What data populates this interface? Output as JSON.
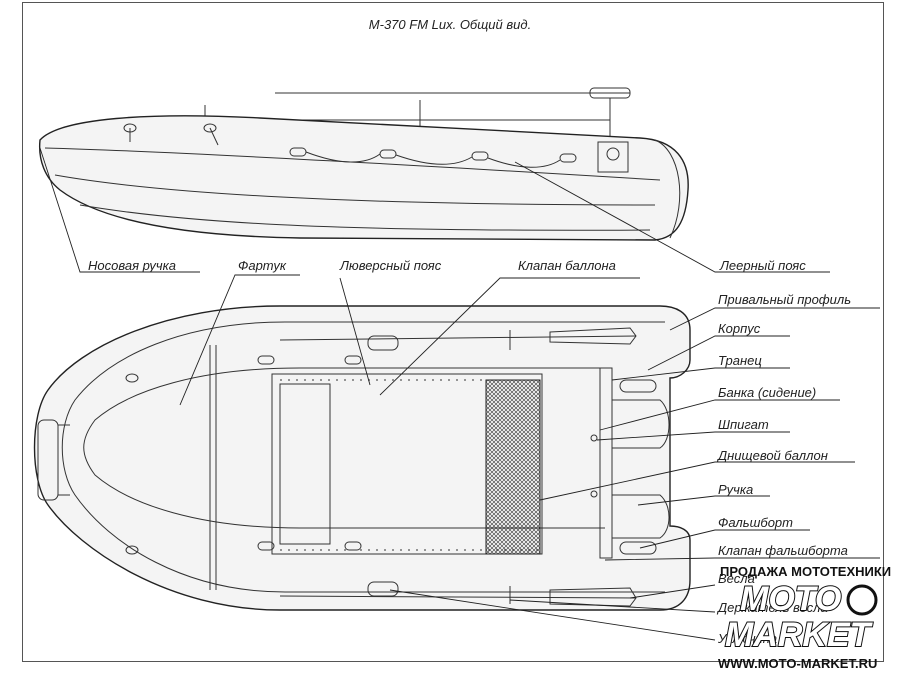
{
  "title": "M-370 FM Lux. Общий вид.",
  "labels": {
    "bow_handle": "Носовая ручка",
    "apron": "Фартук",
    "grommet_belt": "Люверсный пояс",
    "tube_valve": "Клапан баллона",
    "lifeline": "Леерный пояс",
    "rub_strake": "Привальный профиль",
    "hull": "Корпус",
    "transom": "Транец",
    "bench": "Банка (сидение)",
    "drain": "Шпигат",
    "keel_tube": "Днищевой баллон",
    "handle": "Ручка",
    "spray_rail": "Фальшборт",
    "spray_rail_valve": "Клапан фальшборта",
    "oars": "Весла",
    "oar_holder": "Держатель весла",
    "oarlock": "Уключина"
  },
  "watermark": {
    "top": "ПРОДАЖА МОТОТЕХНИКИ",
    "line1": "MOTO",
    "line2": "MARKET",
    "url": "WWW.MOTO-MARKET.RU"
  }
}
